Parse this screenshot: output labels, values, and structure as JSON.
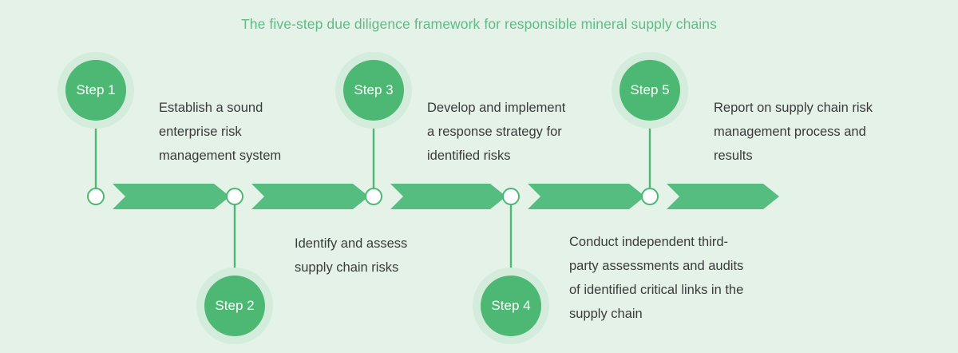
{
  "diagram": {
    "title": "The five-step due diligence framework for responsible mineral supply chains",
    "background_color": "#e4f2e8",
    "accent_color": "#4cb873",
    "chevron_color": "#56bd80",
    "halo_color": "#d4ecdc",
    "title_color": "#5cbd86",
    "text_color": "#3b3b3b",
    "steps": [
      {
        "label": "Step 1",
        "description": "Establish a sound enterprise risk management system",
        "lines": [
          "Establish a sound",
          "enterprise risk",
          "management system"
        ],
        "position": "above"
      },
      {
        "label": "Step 2",
        "description": "Identify and assess supply chain risks",
        "lines": [
          "Identify and assess",
          "supply chain risks"
        ],
        "position": "below"
      },
      {
        "label": "Step 3",
        "description": "Develop and implement a response strategy for identified risks",
        "lines": [
          "Develop and implement",
          "a response strategy for",
          "identified risks"
        ],
        "position": "above"
      },
      {
        "label": "Step 4",
        "description": "Conduct independent third-party assessments and audits of identified critical links in the supply chain",
        "lines": [
          "Conduct independent third-",
          "party assessments and audits",
          "of identified critical links in the",
          "supply chain"
        ],
        "position": "below"
      },
      {
        "label": "Step 5",
        "description": "Report on supply chain risk management process and results",
        "lines": [
          "Report on supply chain risk",
          "management process and",
          "results"
        ],
        "position": "above"
      }
    ]
  }
}
